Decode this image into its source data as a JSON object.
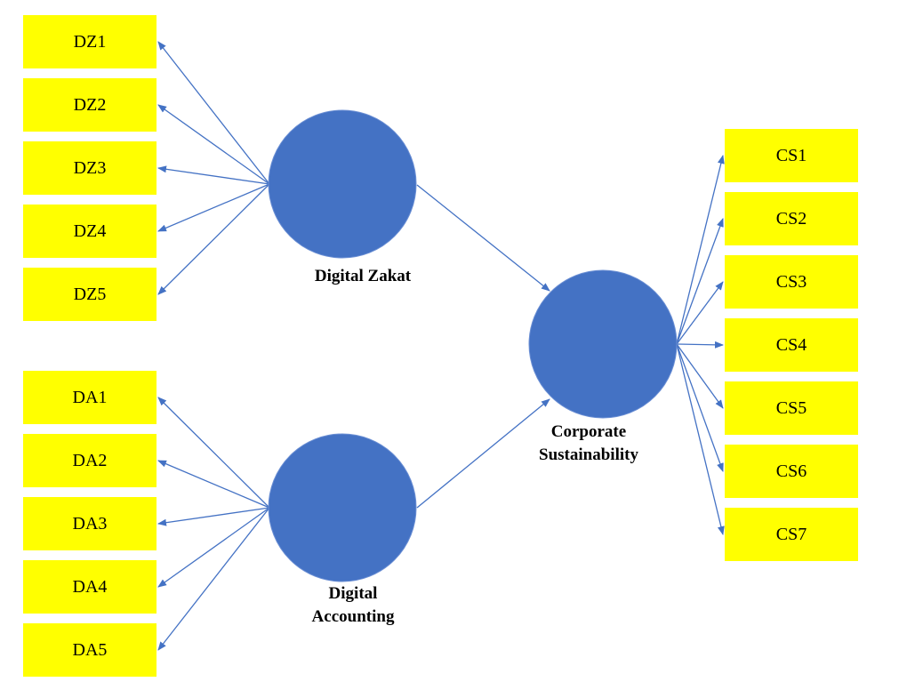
{
  "colors": {
    "indicator_fill": "#ffff00",
    "latent_fill": "#4472c4",
    "arrow": "#4472c4",
    "text": "#000000"
  },
  "latents": {
    "dz": {
      "label_lines": [
        "Digital Zakat"
      ]
    },
    "da": {
      "label_lines": [
        "Digital",
        "Accounting"
      ]
    },
    "cs": {
      "label_lines": [
        "Corporate",
        "Sustainability"
      ]
    }
  },
  "indicators": {
    "dz": [
      "DZ1",
      "DZ2",
      "DZ3",
      "DZ4",
      "DZ5"
    ],
    "da": [
      "DA1",
      "DA2",
      "DA3",
      "DA4",
      "DA5"
    ],
    "cs": [
      "CS1",
      "CS2",
      "CS3",
      "CS4",
      "CS5",
      "CS6",
      "CS7"
    ]
  },
  "paths": [
    {
      "from": "Digital Zakat",
      "to": "Corporate Sustainability"
    },
    {
      "from": "Digital Accounting",
      "to": "Corporate Sustainability"
    }
  ]
}
